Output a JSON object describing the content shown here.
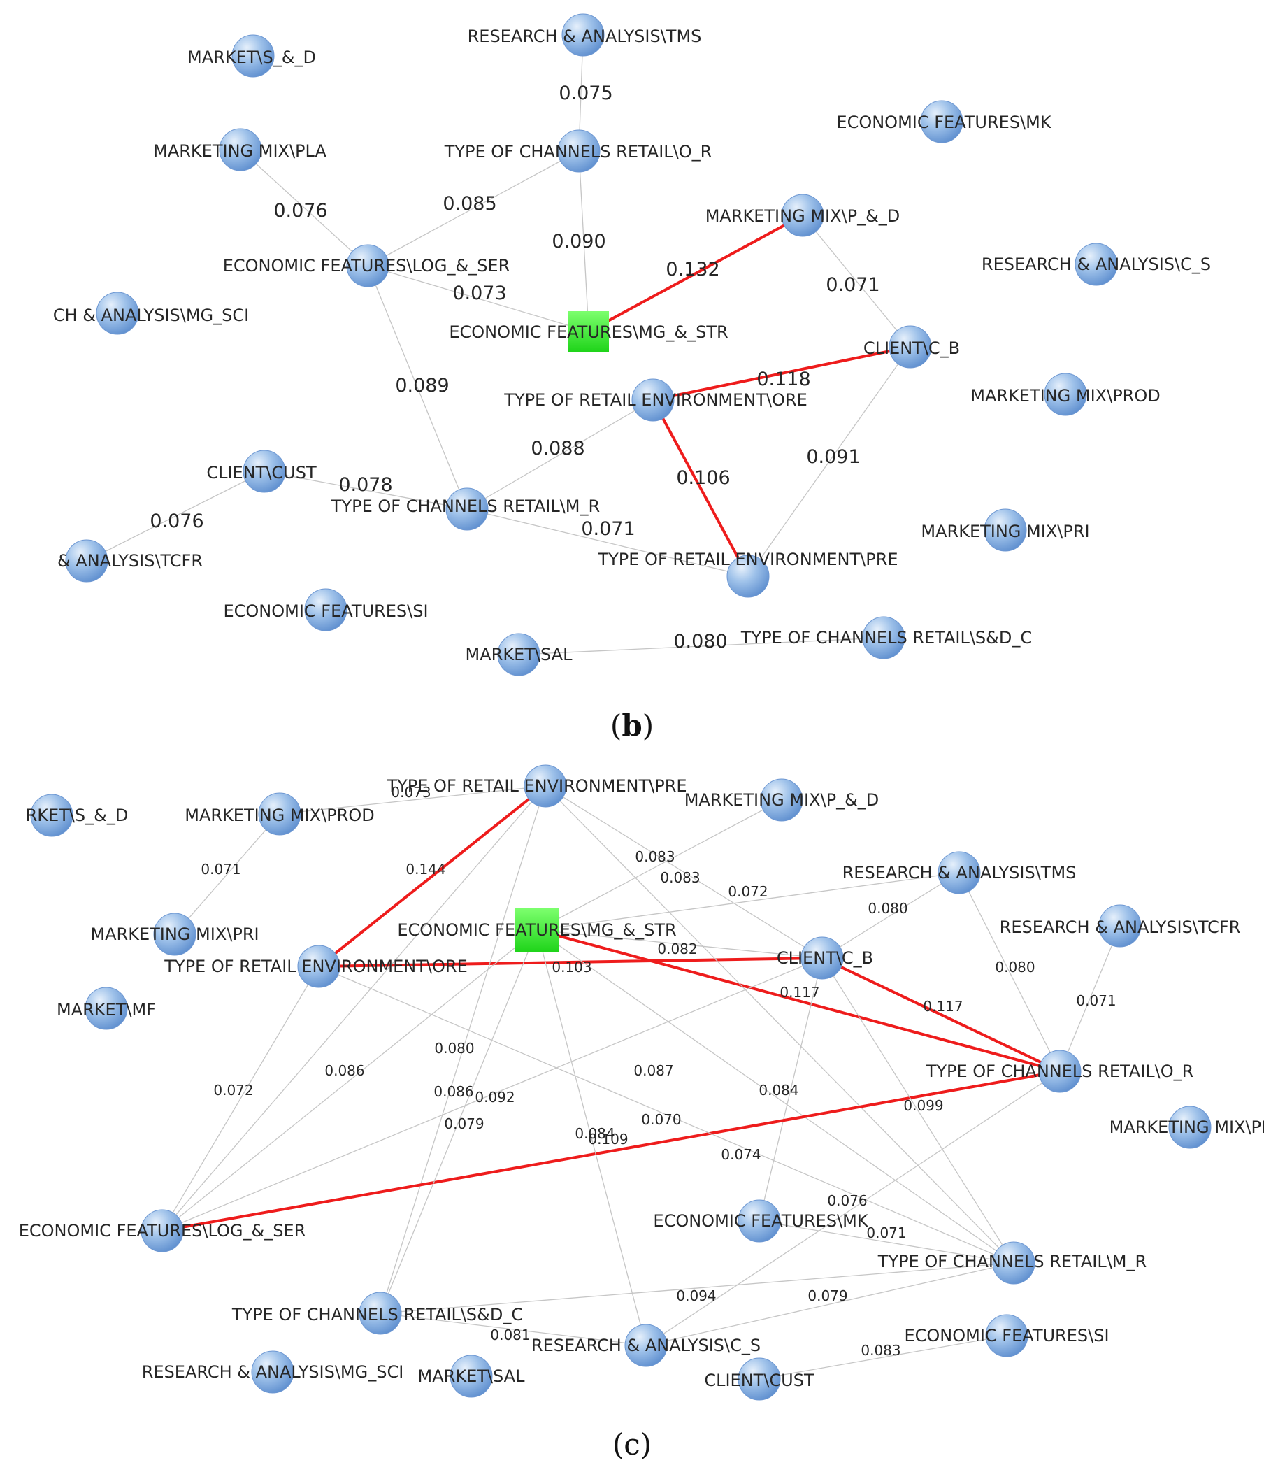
{
  "panel_b": {
    "caption_open": "(",
    "caption_letter": "b",
    "caption_close": ")",
    "nodes": [
      {
        "id": "b1",
        "label": "MARKET\\S_&_D",
        "shape": "circle"
      },
      {
        "id": "b2",
        "label": "RESEARCH & ANALYSIS\\TMS",
        "shape": "circle"
      },
      {
        "id": "b3",
        "label": "ECONOMIC FEATURES\\MK",
        "shape": "circle"
      },
      {
        "id": "b4",
        "label": "MARKETING MIX\\PLA",
        "shape": "circle"
      },
      {
        "id": "b5",
        "label": "TYPE OF CHANNELS RETAIL\\O_R",
        "shape": "circle"
      },
      {
        "id": "b6",
        "label": "MARKETING MIX\\P_&_D",
        "shape": "circle"
      },
      {
        "id": "b7",
        "label": "ECONOMIC FEATURES\\LOG_&_SER",
        "shape": "circle"
      },
      {
        "id": "b8",
        "label": "RESEARCH & ANALYSIS\\C_S",
        "shape": "circle"
      },
      {
        "id": "b9",
        "label": "CH & ANALYSIS\\MG_SCI",
        "shape": "circle"
      },
      {
        "id": "b10",
        "label": "ECONOMIC FEATURES\\MG_&_STR",
        "shape": "square"
      },
      {
        "id": "b11",
        "label": "CLIENT\\C_B",
        "shape": "circle"
      },
      {
        "id": "b12",
        "label": "TYPE OF RETAIL ENVIRONMENT\\ORE",
        "shape": "circle"
      },
      {
        "id": "b13",
        "label": "MARKETING MIX\\PROD",
        "shape": "circle"
      },
      {
        "id": "b14",
        "label": "CLIENT\\CUST",
        "shape": "circle"
      },
      {
        "id": "b15",
        "label": "TYPE OF CHANNELS RETAIL\\M_R",
        "shape": "circle"
      },
      {
        "id": "b16",
        "label": "& ANALYSIS\\TCFR",
        "shape": "circle"
      },
      {
        "id": "b17",
        "label": "TYPE OF RETAIL ENVIRONMENT\\PRE",
        "shape": "circle"
      },
      {
        "id": "b18",
        "label": "MARKETING MIX\\PRI",
        "shape": "circle"
      },
      {
        "id": "b19",
        "label": "ECONOMIC FEATURES\\SI",
        "shape": "circle"
      },
      {
        "id": "b20",
        "label": "MARKET\\SAL",
        "shape": "circle"
      },
      {
        "id": "b21",
        "label": "TYPE OF CHANNELS RETAIL\\S&D_C",
        "shape": "circle"
      }
    ],
    "edges": [
      {
        "from": "b2",
        "to": "b5",
        "weight": "0.075",
        "highlight": false
      },
      {
        "from": "b4",
        "to": "b7",
        "weight": "0.076",
        "highlight": false
      },
      {
        "from": "b7",
        "to": "b5",
        "weight": "0.085",
        "highlight": false
      },
      {
        "from": "b5",
        "to": "b10",
        "weight": "0.090",
        "highlight": false
      },
      {
        "from": "b10",
        "to": "b6",
        "weight": "0.132",
        "highlight": true
      },
      {
        "from": "b6",
        "to": "b11",
        "weight": "0.071",
        "highlight": false
      },
      {
        "from": "b7",
        "to": "b10",
        "weight": "0.073",
        "highlight": false
      },
      {
        "from": "b12",
        "to": "b11",
        "weight": "0.118",
        "highlight": true
      },
      {
        "from": "b7",
        "to": "b15",
        "weight": "0.089",
        "highlight": false
      },
      {
        "from": "b15",
        "to": "b12",
        "weight": "0.088",
        "highlight": false
      },
      {
        "from": "b12",
        "to": "b17",
        "weight": "0.106",
        "highlight": true
      },
      {
        "from": "b11",
        "to": "b17",
        "weight": "0.091",
        "highlight": false
      },
      {
        "from": "b14",
        "to": "b15",
        "weight": "0.078",
        "highlight": false
      },
      {
        "from": "b16",
        "to": "b14",
        "weight": "0.076",
        "highlight": false
      },
      {
        "from": "b15",
        "to": "b17",
        "weight": "0.071",
        "highlight": false
      },
      {
        "from": "b20",
        "to": "b21",
        "weight": "0.080",
        "highlight": false
      }
    ]
  },
  "panel_c": {
    "caption_open": "(",
    "caption_letter": "c",
    "caption_close": ")",
    "nodes": [
      {
        "id": "c1",
        "label": "RKET\\S_&_D",
        "shape": "circle"
      },
      {
        "id": "c2",
        "label": "MARKETING MIX\\PROD",
        "shape": "circle"
      },
      {
        "id": "c3",
        "label": "TYPE OF RETAIL ENVIRONMENT\\PRE",
        "shape": "circle"
      },
      {
        "id": "c4",
        "label": "MARKETING MIX\\P_&_D",
        "shape": "circle"
      },
      {
        "id": "c5",
        "label": "RESEARCH & ANALYSIS\\TMS",
        "shape": "circle"
      },
      {
        "id": "c6",
        "label": "MARKETING MIX\\PRI",
        "shape": "circle"
      },
      {
        "id": "c7",
        "label": "ECONOMIC FEATURES\\MG_&_STR",
        "shape": "square"
      },
      {
        "id": "c8",
        "label": "RESEARCH & ANALYSIS\\TCFR",
        "shape": "circle"
      },
      {
        "id": "c9",
        "label": "TYPE OF RETAIL ENVIRONMENT\\ORE",
        "shape": "circle"
      },
      {
        "id": "c10",
        "label": "CLIENT\\C_B",
        "shape": "circle"
      },
      {
        "id": "c11",
        "label": "MARKET\\MF",
        "shape": "circle"
      },
      {
        "id": "c12",
        "label": "TYPE OF CHANNELS RETAIL\\O_R",
        "shape": "circle"
      },
      {
        "id": "c13",
        "label": "MARKETING MIX\\PL",
        "shape": "circle"
      },
      {
        "id": "c14",
        "label": "ECONOMIC FEATURES\\LOG_&_SER",
        "shape": "circle"
      },
      {
        "id": "c15",
        "label": "ECONOMIC FEATURES\\MK",
        "shape": "circle"
      },
      {
        "id": "c16",
        "label": "TYPE OF CHANNELS RETAIL\\M_R",
        "shape": "circle"
      },
      {
        "id": "c17",
        "label": "TYPE OF CHANNELS RETAIL\\S&D_C",
        "shape": "circle"
      },
      {
        "id": "c18",
        "label": "ECONOMIC FEATURES\\SI",
        "shape": "circle"
      },
      {
        "id": "c19",
        "label": "RESEARCH & ANALYSIS\\C_S",
        "shape": "circle"
      },
      {
        "id": "c20",
        "label": "RESEARCH & ANALYSIS\\MG_SCI",
        "shape": "circle"
      },
      {
        "id": "c21",
        "label": "MARKET\\SAL",
        "shape": "circle"
      },
      {
        "id": "c22",
        "label": "CLIENT\\CUST",
        "shape": "circle"
      }
    ],
    "edges": [
      {
        "from": "c2",
        "to": "c6",
        "weight": "0.071",
        "highlight": false
      },
      {
        "from": "c2",
        "to": "c3",
        "weight": "0.073",
        "highlight": false
      },
      {
        "from": "c9",
        "to": "c3",
        "weight": "0.144",
        "highlight": true
      },
      {
        "from": "c7",
        "to": "c4",
        "weight": "0.083",
        "highlight": false
      },
      {
        "from": "c3",
        "to": "c10",
        "weight": "0.083",
        "highlight": false
      },
      {
        "from": "c7",
        "to": "c5",
        "weight": "0.072",
        "highlight": false
      },
      {
        "from": "c10",
        "to": "c5",
        "weight": "0.080",
        "highlight": false
      },
      {
        "from": "c7",
        "to": "c10",
        "weight": "0.082",
        "highlight": false
      },
      {
        "from": "c9",
        "to": "c10",
        "weight": "0.103",
        "highlight": true
      },
      {
        "from": "c5",
        "to": "c12",
        "weight": "0.080",
        "highlight": false
      },
      {
        "from": "c8",
        "to": "c12",
        "weight": "0.071",
        "highlight": false
      },
      {
        "from": "c7",
        "to": "c12",
        "weight": "0.117",
        "highlight": true
      },
      {
        "from": "c10",
        "to": "c12",
        "weight": "0.117",
        "highlight": true
      },
      {
        "from": "c3",
        "to": "c16",
        "weight": "0.086",
        "highlight": false
      },
      {
        "from": "c7",
        "to": "c14",
        "weight": "0.080",
        "highlight": false
      },
      {
        "from": "c9",
        "to": "c14",
        "weight": "0.072",
        "highlight": false
      },
      {
        "from": "c14",
        "to": "c3",
        "weight": "0.086",
        "highlight": false
      },
      {
        "from": "c7",
        "to": "c16",
        "weight": "0.087",
        "highlight": false
      },
      {
        "from": "c10",
        "to": "c14",
        "weight": "0.092",
        "highlight": false
      },
      {
        "from": "c10",
        "to": "c15",
        "weight": "0.084",
        "highlight": false
      },
      {
        "from": "c3",
        "to": "c17",
        "weight": "0.079",
        "highlight": false
      },
      {
        "from": "c14",
        "to": "c12",
        "weight": "0.099",
        "highlight": true
      },
      {
        "from": "c7",
        "to": "c17",
        "weight": "0.084",
        "highlight": false
      },
      {
        "from": "c9",
        "to": "c16",
        "weight": "0.070",
        "highlight": false
      },
      {
        "from": "c7",
        "to": "c19",
        "weight": "0.109",
        "highlight": false
      },
      {
        "from": "c10",
        "to": "c16",
        "weight": "0.074",
        "highlight": false
      },
      {
        "from": "c12",
        "to": "c19",
        "weight": "0.076",
        "highlight": false
      },
      {
        "from": "c15",
        "to": "c16",
        "weight": "0.071",
        "highlight": false
      },
      {
        "from": "c17",
        "to": "c16",
        "weight": "0.094",
        "highlight": false
      },
      {
        "from": "c19",
        "to": "c16",
        "weight": "0.079",
        "highlight": false
      },
      {
        "from": "c17",
        "to": "c19",
        "weight": "0.081",
        "highlight": false
      },
      {
        "from": "c22",
        "to": "c18",
        "weight": "0.083",
        "highlight": false
      }
    ]
  }
}
